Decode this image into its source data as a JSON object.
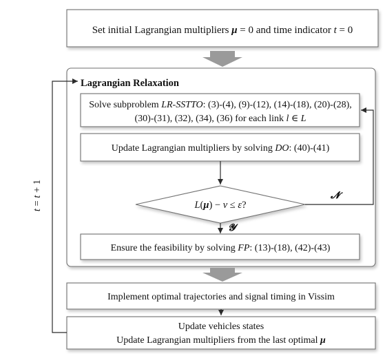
{
  "steps": {
    "init": {
      "text": "Set initial Lagrangian multipliers ",
      "mu": "μ",
      "mid": " = 0 and time indicator ",
      "t": "t",
      "end": " = 0"
    },
    "lr_title": "Lagrangian Relaxation",
    "solve": {
      "line1_pre": "Solve subproblem ",
      "line1_name": "LR-SSTTO",
      "line1_post": ": (3)-(4), (9)-(12), (14)-(18), (20)-(28),",
      "line2_pre": "(30)-(31), (32), (34), (36) for each link ",
      "line2_l": "l",
      "line2_in": " ∈ ",
      "line2_L": "L"
    },
    "update": {
      "pre": "Update Lagrangian multipliers by solving ",
      "name": "DO",
      "post": ": (40)-(41)"
    },
    "check": {
      "L": "L",
      "open": "(",
      "mu": "μ",
      "close": ") − ",
      "v": "v",
      "le": " ≤ ",
      "eps": "ε",
      "q": "?"
    },
    "no_label": "𝓝",
    "yes_label": "𝓨",
    "feasibility": {
      "pre": "Ensure the feasibility by solving ",
      "name": "FP",
      "post": ": (13)-(18), (42)-(43)"
    },
    "implement": "Implement optimal trajectories and signal timing in Vissim",
    "final": {
      "line1": "Update vehicles states",
      "line2_pre": "Update Lagrangian multipliers from the last optimal ",
      "line2_mu": "μ"
    },
    "loop_label": {
      "t1": "t",
      "eq": " = ",
      "t2": "t",
      "plus": " + 1"
    },
    "colors": {
      "big_arrow": "#9a9a9a",
      "box_border": "#6f6f6f",
      "shadow": "#d9d9d9",
      "line": "#2b2b2b"
    }
  }
}
